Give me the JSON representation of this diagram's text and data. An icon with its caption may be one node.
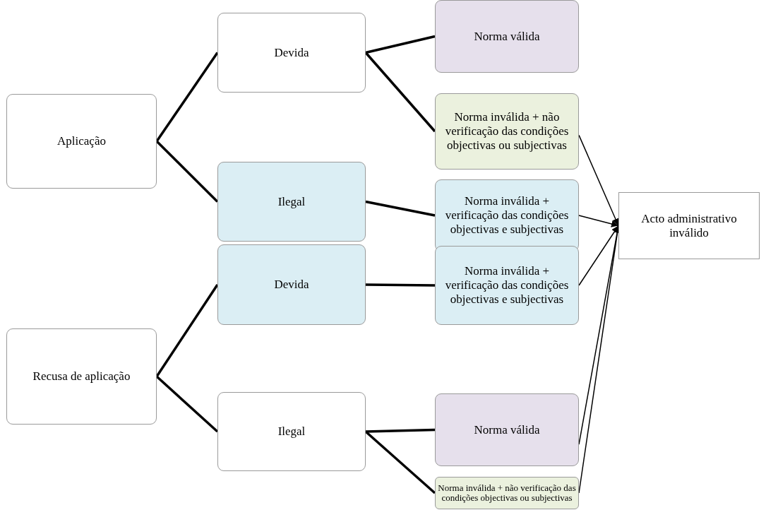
{
  "diagram": {
    "nodes": [
      {
        "text": [
          "Aplicação"
        ]
      },
      {
        "text": [
          "Devida"
        ]
      },
      {
        "text": [
          "Norma válida"
        ]
      },
      {
        "text": [
          "Norma inválida + não verificação das condições objectivas ou subjectivas"
        ]
      },
      {
        "text": [
          "Ilegal"
        ]
      },
      {
        "text": [
          "Norma inválida + verificação das condições objectivas e subjectivas"
        ]
      },
      {
        "text": [
          "Acto administrativo inválido"
        ]
      },
      {
        "text": [
          "Devida"
        ]
      },
      {
        "text": [
          "Norma inválida + verificação das condições objectivas e subjectivas"
        ]
      },
      {
        "text": [
          "Recusa de aplicação"
        ]
      },
      {
        "text": [
          "Ilegal"
        ]
      },
      {
        "text": [
          "Norma válida"
        ]
      },
      {
        "text": [
          "Norma inválida + não verificação das condições objectivas ou subjectivas"
        ]
      }
    ],
    "edges": [
      {
        "from": 0,
        "to": 1,
        "arrow": "none"
      },
      {
        "from": 0,
        "to": 4,
        "arrow": "none"
      },
      {
        "from": 1,
        "to": 2,
        "arrow": "none"
      },
      {
        "from": 1,
        "to": 3,
        "arrow": "none"
      },
      {
        "from": 4,
        "to": 5,
        "arrow": "none"
      },
      {
        "from": 9,
        "to": 7,
        "arrow": "none"
      },
      {
        "from": 9,
        "to": 10,
        "arrow": "none"
      },
      {
        "from": 7,
        "to": 8,
        "arrow": "none"
      },
      {
        "from": 10,
        "to": 11,
        "arrow": "none"
      },
      {
        "from": 10,
        "to": 12,
        "arrow": "none"
      },
      {
        "from": 3,
        "to": 6,
        "arrow": "to"
      },
      {
        "from": 5,
        "to": 6,
        "arrow": "to"
      },
      {
        "from": 8,
        "to": 6,
        "arrow": "to"
      },
      {
        "from": 11,
        "to": 6,
        "arrow": "to"
      },
      {
        "from": 12,
        "to": 6,
        "arrow": "to"
      }
    ]
  }
}
